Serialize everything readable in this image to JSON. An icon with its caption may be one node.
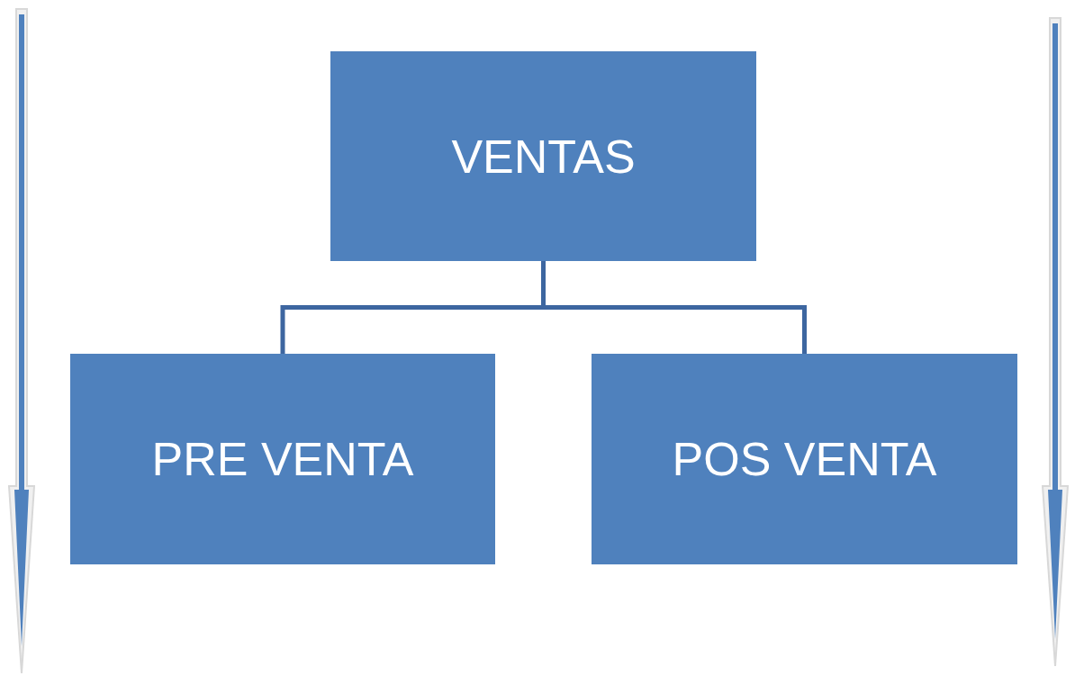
{
  "diagram": {
    "nodes": [
      {
        "text": [
          "VENTAS"
        ]
      },
      {
        "text": [
          "PRE VENTA"
        ]
      },
      {
        "text": [
          "POS VENTA"
        ]
      }
    ],
    "edges": [
      {
        "from": 0,
        "to": 1,
        "arrow": "none"
      },
      {
        "from": 0,
        "to": 2,
        "arrow": "none"
      }
    ]
  }
}
